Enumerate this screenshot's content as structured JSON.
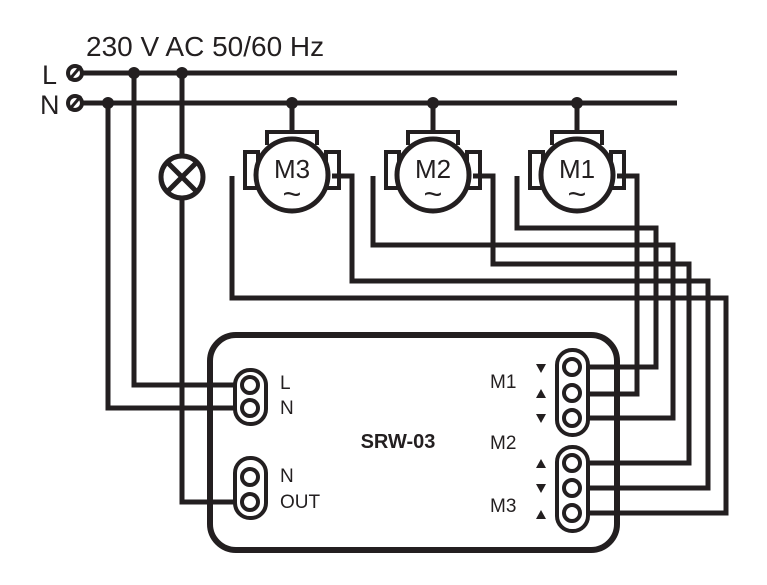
{
  "supply": {
    "label": "230 V AC 50/60 Hz",
    "line_label": "L",
    "neutral_label": "N"
  },
  "motors": [
    {
      "id": "m3",
      "label": "M3",
      "symbol": "~"
    },
    {
      "id": "m2",
      "label": "M2",
      "symbol": "~"
    },
    {
      "id": "m1",
      "label": "M1",
      "symbol": "~"
    }
  ],
  "device": {
    "name": "SRW-03",
    "power_terminals": {
      "l_label": "L",
      "n_label": "N"
    },
    "output_terminals": {
      "n_label": "N",
      "out_label": "OUT"
    },
    "motor_labels": {
      "m1": "M1",
      "m2": "M2",
      "m3": "M3"
    }
  },
  "colors": {
    "ink": "#231f20",
    "background": "#ffffff"
  },
  "icons": {
    "lamp": "lamp-cross-circle-icon",
    "motor": "ac-motor-icon",
    "direction": "triangle-arrow-icon"
  }
}
